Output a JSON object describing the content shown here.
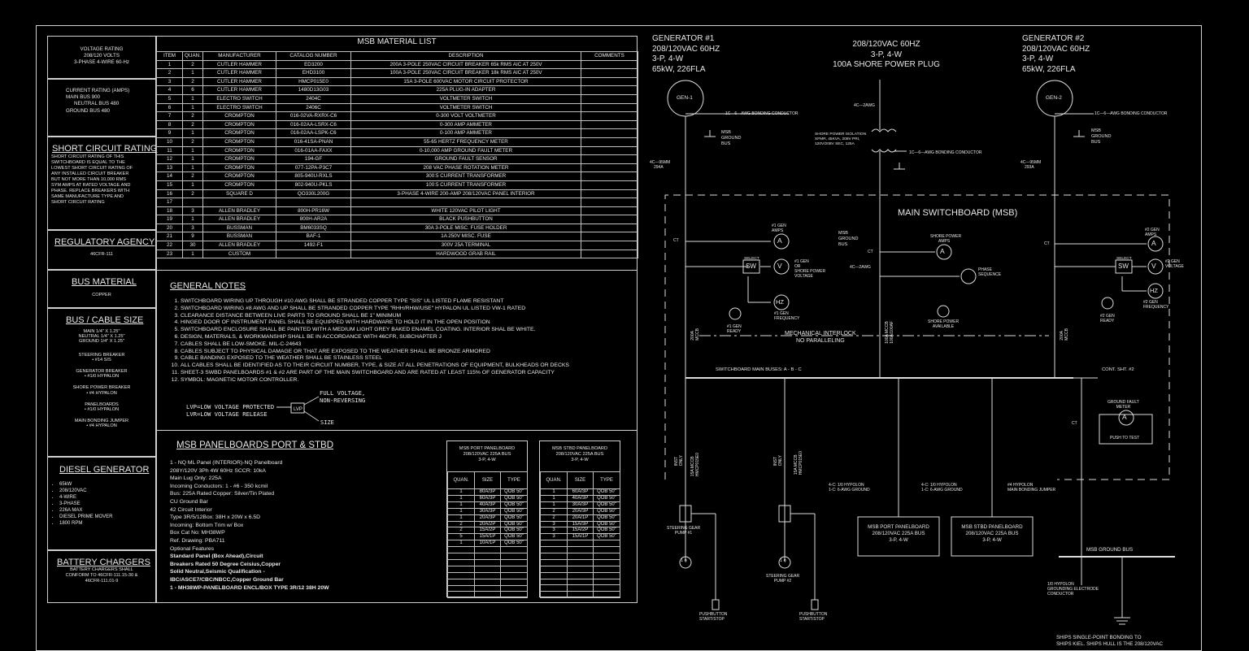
{
  "left": {
    "voltage_lines": [
      "VOLTAGE RATING",
      "208/120 VOLTS",
      "3-PHASE 4-WIRE 60-Hz"
    ],
    "current_lines": [
      "CURRENT RATING (AMPS)",
      "MAIN BUS 900",
      "NEUTRAL BUS 480",
      "GROUND BUS 480"
    ],
    "short_circuit_title": "SHORT CIRCUIT RATING",
    "short_circuit_lines": [
      "SHORT CIRCUIT RATING OF THIS",
      "SWITCHBOARD IS EQUAL TO THE",
      "LOWEST SHORT CIRCUIT RATING OF",
      "ANY INSTALLED CIRCUIT BREAKER",
      "BUT NOT MORE THAN 10,000 RMS",
      "SYM AMPS AT RATED VOLTAGE AND",
      "PHASE. REPLACE BREAKERS WITH",
      "SAME MANUFACTURE TYPE AND",
      "SHORT CIRCUIT RATING"
    ],
    "regulatory_title": "REGULATORY AGENCY",
    "regulatory_value": "46CFR-111",
    "bus_material_title": "BUS MATERIAL",
    "bus_material_value": "COPPER",
    "bus_cable_title": "BUS / CABLE SIZE",
    "bus_cable_lines": [
      "MAIN 1/4\" X 1.25\"",
      "NEUTRAL 1/4\" X 1.25\"",
      "GROUND 1/4\" X 1.25\"",
      "",
      "STEERING BREAKER",
      "• #14 SIS",
      "",
      "GENERATOR BREAKER",
      "• #1/0 HYPALON",
      "",
      "SHORE POWER BREAKER",
      "• #4 HYPALON",
      "",
      "PANELBOARDS",
      "• #1/0 HYPALON",
      "",
      "MAIN BONDING JUMPER",
      "• #4 HYPALON"
    ],
    "diesel_title": "DIESEL GENERATOR",
    "diesel_items": [
      "65kW",
      "208/120VAC",
      "4-WIRE",
      "3-PHASE",
      "226A MAX",
      "DIESEL PRIME MOVER",
      "1800 RPM"
    ],
    "battery_title": "BATTERY CHARGERS",
    "battery_lines": [
      "BATTERY CHARGERS SHALL",
      "CONFORM TO 46CFR-111.15-30 &",
      "46CFR-111.01-9"
    ]
  },
  "material": {
    "title": "MSB MATERIAL LIST",
    "headers": [
      "ITEM",
      "QUAN.",
      "MANUFACTURER",
      "CATALOG NUMBER",
      "DESCRIPTION",
      "COMMENTS"
    ],
    "rows": [
      [
        "1",
        "2",
        "CUTLER HAMMER",
        "ED3200",
        "200A 3-POLE 250VAC CIRCUIT BREAKER 65k RMS AIC AT 250V",
        ""
      ],
      [
        "2",
        "1",
        "CUTLER HAMMER",
        "EHD3100",
        "100A 3-POLE 250VAC CIRCUIT BREAKER 18k RMS AIC AT 250V",
        ""
      ],
      [
        "3",
        "2",
        "CUTLER HAMMER",
        "HMCP015E0",
        "15A 3-POLE 600VAC MOTOR CIRCUIT PROTECTOR",
        ""
      ],
      [
        "4",
        "6",
        "CUTLER HAMMER",
        "1480D13G03",
        "225A PLUG-IN ADAPTER",
        ""
      ],
      [
        "5",
        "1",
        "ELECTRO SWITCH",
        "2404C",
        "VOLTMETER SWITCH",
        ""
      ],
      [
        "6",
        "1",
        "ELECTRO SWITCH",
        "2406C",
        "VOLTMETER SWITCH",
        ""
      ],
      [
        "7",
        "2",
        "CROMPTON",
        "016-02VA-RXRX-C6",
        "0-300 VOLT VOLTMETER",
        ""
      ],
      [
        "8",
        "2",
        "CROMPTON",
        "016-02AA-LSRX-C6",
        "0-300 AMP AMMETER",
        ""
      ],
      [
        "9",
        "1",
        "CROMPTON",
        "016-02AA-LSPK-C6",
        "0-100 AMP AMMETER",
        ""
      ],
      [
        "10",
        "2",
        "CROMPTON",
        "016-41SA-PNAN",
        "55-65 HERTZ FREQUENCY METER",
        ""
      ],
      [
        "11",
        "1",
        "CROMPTON",
        "016-01AA-FAXX",
        "0-10,000 AMP GROUND FAULT METER",
        ""
      ],
      [
        "12",
        "1",
        "CROMPTON",
        "194-GF",
        "GROUND FAULT SENSOR",
        ""
      ],
      [
        "13",
        "1",
        "CROMPTON",
        "077-12PA-P3C7",
        "208 VAC PHASE ROTATION METER",
        ""
      ],
      [
        "14",
        "2",
        "CROMPTON",
        "805-940U-RXLS",
        "300:5 CURRENT TRANSFORMER",
        ""
      ],
      [
        "15",
        "1",
        "CROMPTON",
        "802-940U-PKLS",
        "100:5 CURRENT TRANSFORMER",
        ""
      ],
      [
        "16",
        "2",
        "SQUARE D",
        "QO330L200G",
        "3-PHASE 4-WIRE 200-AMP 208/120VAC PANEL INTERIOR",
        ""
      ],
      [
        "17",
        "",
        "",
        "",
        "",
        ""
      ],
      [
        "18",
        "3",
        "ALLEN BRADLEY",
        "800H-PR16W",
        "WHITE 120VAC PILOT LIGHT",
        ""
      ],
      [
        "19",
        "1",
        "ALLEN BRADLEY",
        "800H-AR2A",
        "BLACK PUSHBUTTON",
        ""
      ],
      [
        "20",
        "3",
        "BUSSMAN",
        "BM6033SQ",
        "30A 3-POLE MISC. FUSE HOLDER",
        ""
      ],
      [
        "21",
        "9",
        "BUSSMAN",
        "BAF-1",
        "1A 250V MISC. FUSE",
        ""
      ],
      [
        "22",
        "30",
        "ALLEN BRADLEY",
        "1492-F1",
        "300V 25A TERMINAL",
        ""
      ],
      [
        "23",
        "1",
        "CUSTOM",
        "",
        "HARDWOOD GRAB RAIL",
        ""
      ]
    ]
  },
  "notes": {
    "title": "GENERAL NOTES",
    "items": [
      "SWITCHBOARD WIRING UP THROUGH #10 AWG SHALL BE STRANDED COPPER TYPE \"SIS\" UL LISTED FLAME RESISTANT",
      "SWITCHBOARD WIRING #8 AWG AND UP SHALL BE STRANDED COPPER TYPE \"RHH/RHW/USE\" HYPALON UL LISTED VW-1 RATED",
      "CLEARANCE DISTANCE BETWEEN LIVE PARTS TO GROUND SHALL BE 1\" MINIMUM",
      "HINGED DOOR OF INSTRUMENT PANEL SHALL BE EQUIPPED WITH HARDWARE TO HOLD IT IN THE OPEN POSITION",
      "SWITCHBOARD ENCLOSURE SHALL BE PAINTED WITH A MEDIUM LIGHT GREY BAKED ENAMEL COATING. INTERIOR SHAL BE WHITE.",
      "DESIGN, MATERIALS, & WORKMANSHIP SHALL BE IN ACCORDANCE WITH 46CFR, SUBCHAPTER J",
      "CABLES SHALL BE LOW-SMOKE, MIL-C-24643",
      "CABLES SUBJECT TO PHYSICAL DAMAGE OR THAT ARE EXPOSED TO THE WEATHER SHALL BE BRONZE ARMORED",
      "CABLE BANDING EXPOSED TO THE WEATHER SHALL BE STAINLESS STEEL",
      "ALL CABLES SHALL BE IDENTIFIED AS TO THEIR CIRCUIT NUMBER, TYPE, & SIZE AT ALL PENETRATIONS OF EQUIPMENT, BULKHEADS OR DECKS",
      "SHEET-3 SWBD PANELBOARDS #1 & #2 ARE PART OF THE MAIN SWITCHBOARD AND ARE RATED AT LEAST 115% OF GENERATOR CAPACITY",
      "SYMBOL: MAGNETIC MOTOR CONTROLLER."
    ],
    "lvp": "LVP=LOW VOLTAGE PROTECTED",
    "lvr": "LVR=LOW VOLTAGE RELEASE",
    "full_voltage": "FULL VOLTAGE,",
    "non_reversing": "NON-REVERSING",
    "size": "SIZE"
  },
  "panelboards": {
    "title": "MSB PANELBOARDS PORT & STBD",
    "lines": [
      "1 - NQ ML Panel (INTERIOR)-NQ Panelboard",
      "208Y/120V 3Ph 4W 60Hz SCCR: 10kA",
      "Main Lug Only: 225A",
      "Incoming Conductors: 1 - #6 - 350 kcmil",
      "Bus: 225A Rated Copper: Silver/Tin Plated",
      "CU Ground Bar",
      "42 Circuit Interior",
      "Type 3R/5/12Box: 38H x 20W x 6.5D",
      "Incoming: Bottom Trim w/ Box",
      "Box Cat No: MH38WP",
      "Ref. Drawing: PBA711",
      "Optional Features"
    ],
    "bold_lines": [
      "Standard Panel (Box Ahead),Circuit",
      "Breakers Rated 50 Degree Ceisius,Copper",
      "Solid Neutral,Seismic Qualification -",
      "IBC/ASCE7/CBC/NBCC,Copper Ground Bar",
      "1 - MH38WP-PANELBOARD ENCL/BOX TYPE 3R/12 38H 20W"
    ],
    "port": {
      "title_lines": [
        "MSB PORT PANELBOARD",
        "208/120VAC 225A BUS",
        "3-P, 4-W"
      ],
      "headers": [
        "QUAN.",
        "SIZE",
        "TYPE"
      ],
      "rows": [
        [
          "1",
          "80A/3P",
          "QOB 50\""
        ],
        [
          "1",
          "60A/3P",
          "QOB 50\""
        ],
        [
          "1",
          "40A/3P",
          "QOB 50\""
        ],
        [
          "1",
          "30A/3P",
          "QOB 50\""
        ],
        [
          "1",
          "20A/3P",
          "QOB 50\""
        ],
        [
          "2",
          "20A/2P",
          "QOB 50\""
        ],
        [
          "2",
          "15A/2P",
          "QOB 50\""
        ],
        [
          "5",
          "15A/1P",
          "QOB 50\""
        ],
        [
          "1",
          "10A/1P",
          "QOB 50\""
        ],
        [
          "",
          "",
          ""
        ],
        [
          "",
          "",
          ""
        ],
        [
          "",
          "",
          ""
        ],
        [
          "",
          "",
          ""
        ],
        [
          "",
          "",
          ""
        ],
        [
          "",
          "",
          ""
        ],
        [
          "",
          "",
          ""
        ],
        [
          "",
          "",
          ""
        ]
      ]
    },
    "stbd": {
      "title_lines": [
        "MSB STBD PANELBOARD",
        "208/120VAC 225A BUS",
        "3-P, 4-W"
      ],
      "headers": [
        "QUAN.",
        "SIZE",
        "TYPE"
      ],
      "rows": [
        [
          "1",
          "60A/3P",
          "QOB 50\""
        ],
        [
          "1",
          "40A/3P",
          "QOB 50\""
        ],
        [
          "1",
          "30A/3P",
          "QOB 50\""
        ],
        [
          "2",
          "20A/3P",
          "QOB 50\""
        ],
        [
          "2",
          "20A/1P",
          "QOB 50\""
        ],
        [
          "3",
          "15A/3P",
          "QOB 50\""
        ],
        [
          "3",
          "15A/2P",
          "QOB 50\""
        ],
        [
          "3",
          "15A/1P",
          "QOB 50\""
        ],
        [
          "",
          "",
          ""
        ],
        [
          "",
          "",
          ""
        ],
        [
          "",
          "",
          ""
        ],
        [
          "",
          "",
          ""
        ],
        [
          "",
          "",
          ""
        ],
        [
          "",
          "",
          ""
        ],
        [
          "",
          "",
          ""
        ],
        [
          "",
          "",
          ""
        ],
        [
          "",
          "",
          ""
        ]
      ]
    }
  },
  "schematic": {
    "gen1": [
      "GENERATOR #1",
      "208/120VAC 60HZ",
      "3-P, 4-W",
      "65kW, 226FLA"
    ],
    "shore": [
      "208/120VAC 60HZ",
      "3-P, 4-W",
      "100A SHORE POWER PLUG"
    ],
    "gen2": [
      "GENERATOR #2",
      "208/120VAC 60HZ",
      "3-P, 4-W",
      "65kW, 226FLA"
    ],
    "gen1_label": "GEN-1",
    "gen2_label": "GEN-2",
    "bonding1": "1C—6—AWG BONDING CONDUCTOR",
    "bonding2": "1C—6—AWG BONDING CONDUCTOR",
    "bonding_shore": "1C—6—AWG BONDING CONDUCTOR",
    "msb_ground_bus_1": [
      "MSB",
      "GROUND",
      "BUS"
    ],
    "msb_ground_bus_2": [
      "MSB",
      "GROUND",
      "BUS"
    ],
    "msb_ground_bus_3": [
      "MSB",
      "GROUND",
      "BUS"
    ],
    "shore_iso": [
      "SHORE POWER ISOLATION",
      "XFMR, 45KVA, 208V PRI,",
      "120V/208V SEC, 125A"
    ],
    "awg_4c_2": "4C—2AWG",
    "awg_4c_2b": "4C—2AWG",
    "awg_4c_95": [
      "4C—95MM",
      "294A"
    ],
    "awg_4c_95b": [
      "4C—95MM",
      "293A"
    ],
    "main_swbd": "MAIN SWITCHBOARD (MSB)",
    "ct": "CT",
    "gen1_amps": [
      "#1 GEN",
      "AMPS"
    ],
    "gen2_amps": [
      "#2 GEN",
      "AMPS"
    ],
    "shore_amps": [
      "SHORE POWER",
      "AMPS"
    ],
    "select": "SELECT",
    "sw": "SW",
    "gen1_volt": [
      "#1 GEN",
      "OR",
      "SHORE POWER",
      "VOLTAGE"
    ],
    "gen2_volt": [
      "#2 GEN",
      "VOLTAGE"
    ],
    "phase_seq": [
      "PHASE",
      "SEQUENCE"
    ],
    "gen1_freq": [
      "#1 GEN",
      "FREQUENCY"
    ],
    "gen2_freq": [
      "#2 GEN",
      "FREQUENCY"
    ],
    "gen1_ready": [
      "#1 GEN",
      "READY"
    ],
    "gen2_ready": [
      "#2 GEN",
      "READY"
    ],
    "shore_avail": [
      "SHORE POWER",
      "AVAILABLE"
    ],
    "interlock": [
      "MECHANICAL INTERLOCK",
      "NO PARALLELING"
    ],
    "mccb1": [
      "200A",
      "MCCB"
    ],
    "mccb2": [
      "100A MCCB",
      "100A/100AF"
    ],
    "mccb3": [
      "200A",
      "MCCB"
    ],
    "buses": "SWITCHBOARD MAIN BUSES: A - B - C",
    "cont": "CONT. SHT. #2",
    "gfm": [
      "GROUND FAULT",
      "METER"
    ],
    "push_test": "PUSH TO TEST",
    "steer1_mcp": [
      "15A MCCB",
      "HMCP015E0"
    ],
    "steer2_mcp": [
      "15A MCCB",
      "HMCP015E0"
    ],
    "inst_only": [
      "INST",
      "ONLY"
    ],
    "steer1": [
      "STEERING GEAR",
      "PUMP #1"
    ],
    "steer2": [
      "STEERING GEAR",
      "PUMP #2"
    ],
    "pushbtn1": [
      "PUSHBUTTON",
      "START/STOP"
    ],
    "pushbtn2": [
      "PUSHBUTTON",
      "START/STOP"
    ],
    "hyp_port": [
      "4-C: 1/0 HYPOLON",
      "1-C: 6-AWG GROUND"
    ],
    "hyp_stbd": [
      "4-C: 1/0 HYPOLON",
      "1-C: 6-AWG GROUND"
    ],
    "bond_jumper": [
      "#4 HYPOLON",
      "MAIN BONDING JUMPER"
    ],
    "port_pb": [
      "MSB PORT PANELBOARD",
      "208/120VAC 225A BUS",
      "3-P, 4-W"
    ],
    "stbd_pb": [
      "MSB STBD PANELBOARD",
      "208/120VAC 225A BUS",
      "3-P, 4-W"
    ],
    "msb_gnd": "MSB GROUND BUS",
    "electrode": [
      "1/0 HYPOLON",
      "GROUNDING ELECTRODE",
      "CONDUCTOR"
    ],
    "single_point": [
      "SHIPS SINGLE-POINT BONDING TO",
      "SHIPS KIEL. SHIPS HULL IS THE 208/120VAC"
    ],
    "meter_a": "A",
    "meter_v": "V",
    "meter_hz": "HZ",
    "motor_m": "1 ϕ"
  }
}
